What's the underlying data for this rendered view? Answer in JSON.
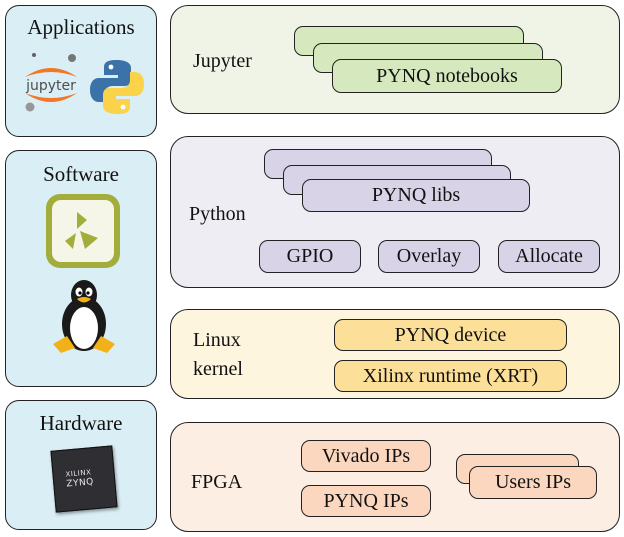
{
  "categories": {
    "applications": {
      "title": "Applications",
      "jupyter_logo_text": "jupyter"
    },
    "software": {
      "title": "Software"
    },
    "hardware": {
      "title": "Hardware",
      "chip_line1": "XILINX",
      "chip_line2": "ZYNQ"
    }
  },
  "layers": {
    "jupyter": {
      "label": "Jupyter",
      "stack_label": "PYNQ notebooks"
    },
    "python": {
      "label": "Python",
      "stack_label": "PYNQ libs",
      "items": [
        "GPIO",
        "Overlay",
        "Allocate"
      ]
    },
    "linux": {
      "label_line1": "Linux",
      "label_line2": "kernel",
      "items": [
        "PYNQ device",
        "Xilinx runtime (XRT)"
      ]
    },
    "fpga": {
      "label": "FPGA",
      "items": [
        "Vivado IPs",
        "PYNQ IPs"
      ],
      "stack_label": "Users IPs"
    }
  },
  "colors": {
    "category_bg": "#daeef5",
    "jupyter_layer": "#eff4e6",
    "python_layer": "#efedf4",
    "linux_layer": "#fef5de",
    "fpga_layer": "#fdeee3"
  }
}
